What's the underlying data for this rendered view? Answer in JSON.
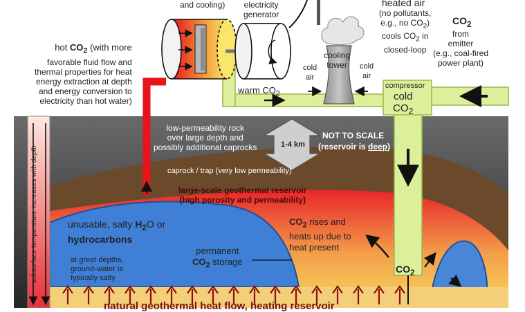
{
  "top": {
    "turbine_fragment": "and cooling)",
    "generator": [
      "electricity",
      "generator"
    ],
    "heated_air": "heated air",
    "heated_air_detail": [
      "(no pollutants,",
      "e.g., no CO",
      "cools CO",
      "closed-loop"
    ],
    "cooling_tower": [
      "cooling",
      "tower"
    ],
    "cold_air_left": [
      "cold",
      "air"
    ],
    "cold_air_right": [
      "cold",
      "air"
    ],
    "co2_heading": "CO",
    "emitter": [
      "from",
      "emitter",
      "(e.g., coal-fired",
      "power plant)"
    ]
  },
  "left_note": {
    "line1_a": "hot ",
    "line1_b": "CO",
    "line1_c": " (with more",
    "rest": [
      "favorable fluid flow and",
      "thermal properties for heat",
      "energy extraction at depth",
      "and energy conversion to",
      "electricity than hot water)"
    ]
  },
  "pipes": {
    "warm": "warm CO",
    "compressor": "compressor",
    "cold": "cold",
    "cold_co2": "CO"
  },
  "subsurface": {
    "rock": [
      "low-permeability rock",
      "over large depth and",
      "possibly additional caprocks"
    ],
    "depth": "1-4 km",
    "not_to_scale": "NOT TO SCALE",
    "reservoir_deep_a": "(reservoir is ",
    "reservoir_deep_b": "deep",
    "reservoir_deep_c": ")",
    "caprock": "caprock / trap (very low permeability)",
    "reservoir": [
      "large-scale geothermal reservoir",
      "(high porosity and permeability)"
    ],
    "salty_a": "unusable, salty ",
    "salty_b": "H",
    "salty_c": "O or",
    "hydrocarbons": "hydrocarbons",
    "groundwater": [
      "at great depths,",
      "ground-water is",
      "typically salty"
    ],
    "permanent": "permanent",
    "storage_a": "CO",
    "storage_b": " storage",
    "rises_a": "CO",
    "rises_b": " rises and",
    "rises_rest": [
      "heats up due to",
      "heat present"
    ],
    "co2_injection": "CO",
    "temperature_axis": "subsurface temperature increases with depth",
    "heat_flow": "natural geothermal heat flow, heating reservoir"
  },
  "sub2": "2",
  "colors": {
    "hot_pipe": "#e8141c",
    "cold_pipe": "#dcef9a",
    "caprock": "#6b4a2b",
    "rock": "#3d3d3d",
    "reservoir_hot": "#e8252a",
    "reservoir_warm": "#f6d35a",
    "salt_water": "#3f7fd6"
  }
}
